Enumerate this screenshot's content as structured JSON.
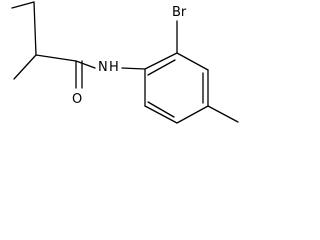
{
  "molecule": {
    "atom_labels": {
      "bromine": "Br",
      "amide_nitrogen": "N",
      "amide_hydrogen": "H",
      "carbonyl_oxygen": "O"
    },
    "bond_color": "#000000"
  }
}
